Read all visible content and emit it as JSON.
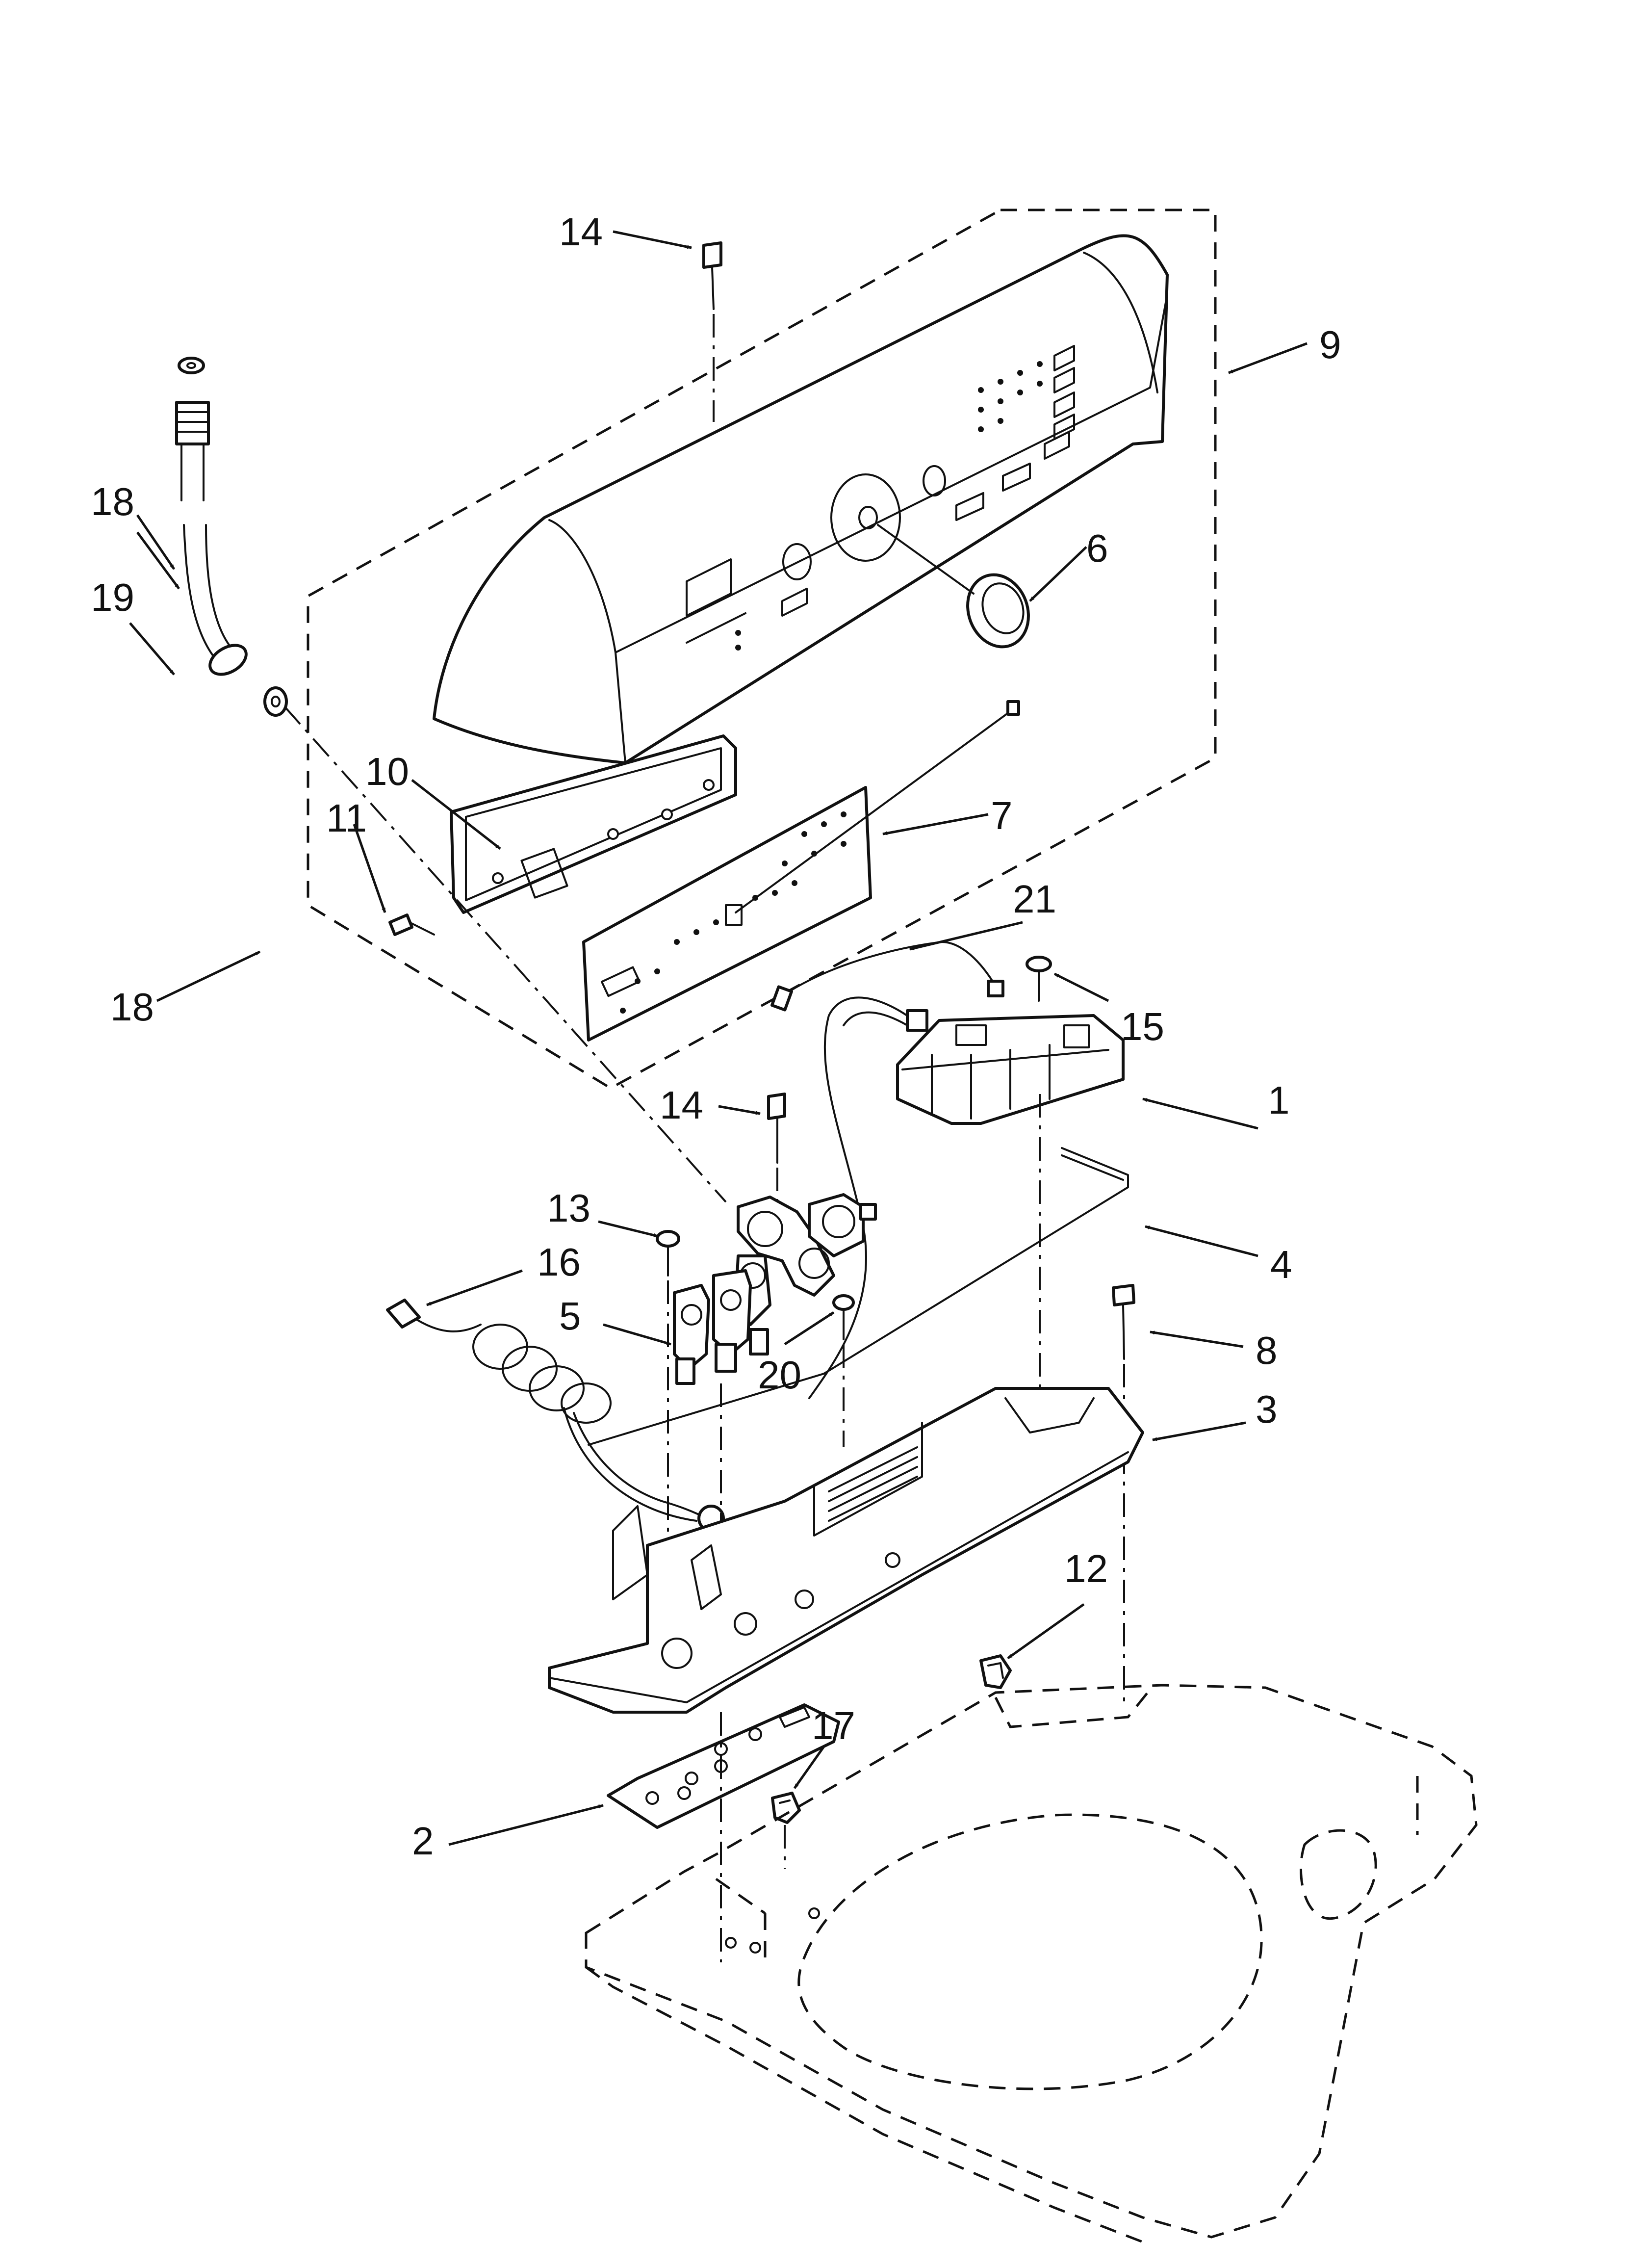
{
  "callouts": [
    {
      "id": "c1",
      "label": "1"
    },
    {
      "id": "c2",
      "label": "2"
    },
    {
      "id": "c3",
      "label": "3"
    },
    {
      "id": "c4",
      "label": "4"
    },
    {
      "id": "c5",
      "label": "5"
    },
    {
      "id": "c6",
      "label": "6"
    },
    {
      "id": "c7",
      "label": "7"
    },
    {
      "id": "c8",
      "label": "8"
    },
    {
      "id": "c9",
      "label": "9"
    },
    {
      "id": "c10",
      "label": "10"
    },
    {
      "id": "c11",
      "label": "11"
    },
    {
      "id": "c12",
      "label": "12"
    },
    {
      "id": "c13",
      "label": "13"
    },
    {
      "id": "c14a",
      "label": "14"
    },
    {
      "id": "c14b",
      "label": "14"
    },
    {
      "id": "c15",
      "label": "15"
    },
    {
      "id": "c16",
      "label": "16"
    },
    {
      "id": "c17",
      "label": "17"
    },
    {
      "id": "c18a",
      "label": "18"
    },
    {
      "id": "c18b",
      "label": "18"
    },
    {
      "id": "c19",
      "label": "19"
    },
    {
      "id": "c20",
      "label": "20"
    },
    {
      "id": "c21",
      "label": "21"
    }
  ]
}
